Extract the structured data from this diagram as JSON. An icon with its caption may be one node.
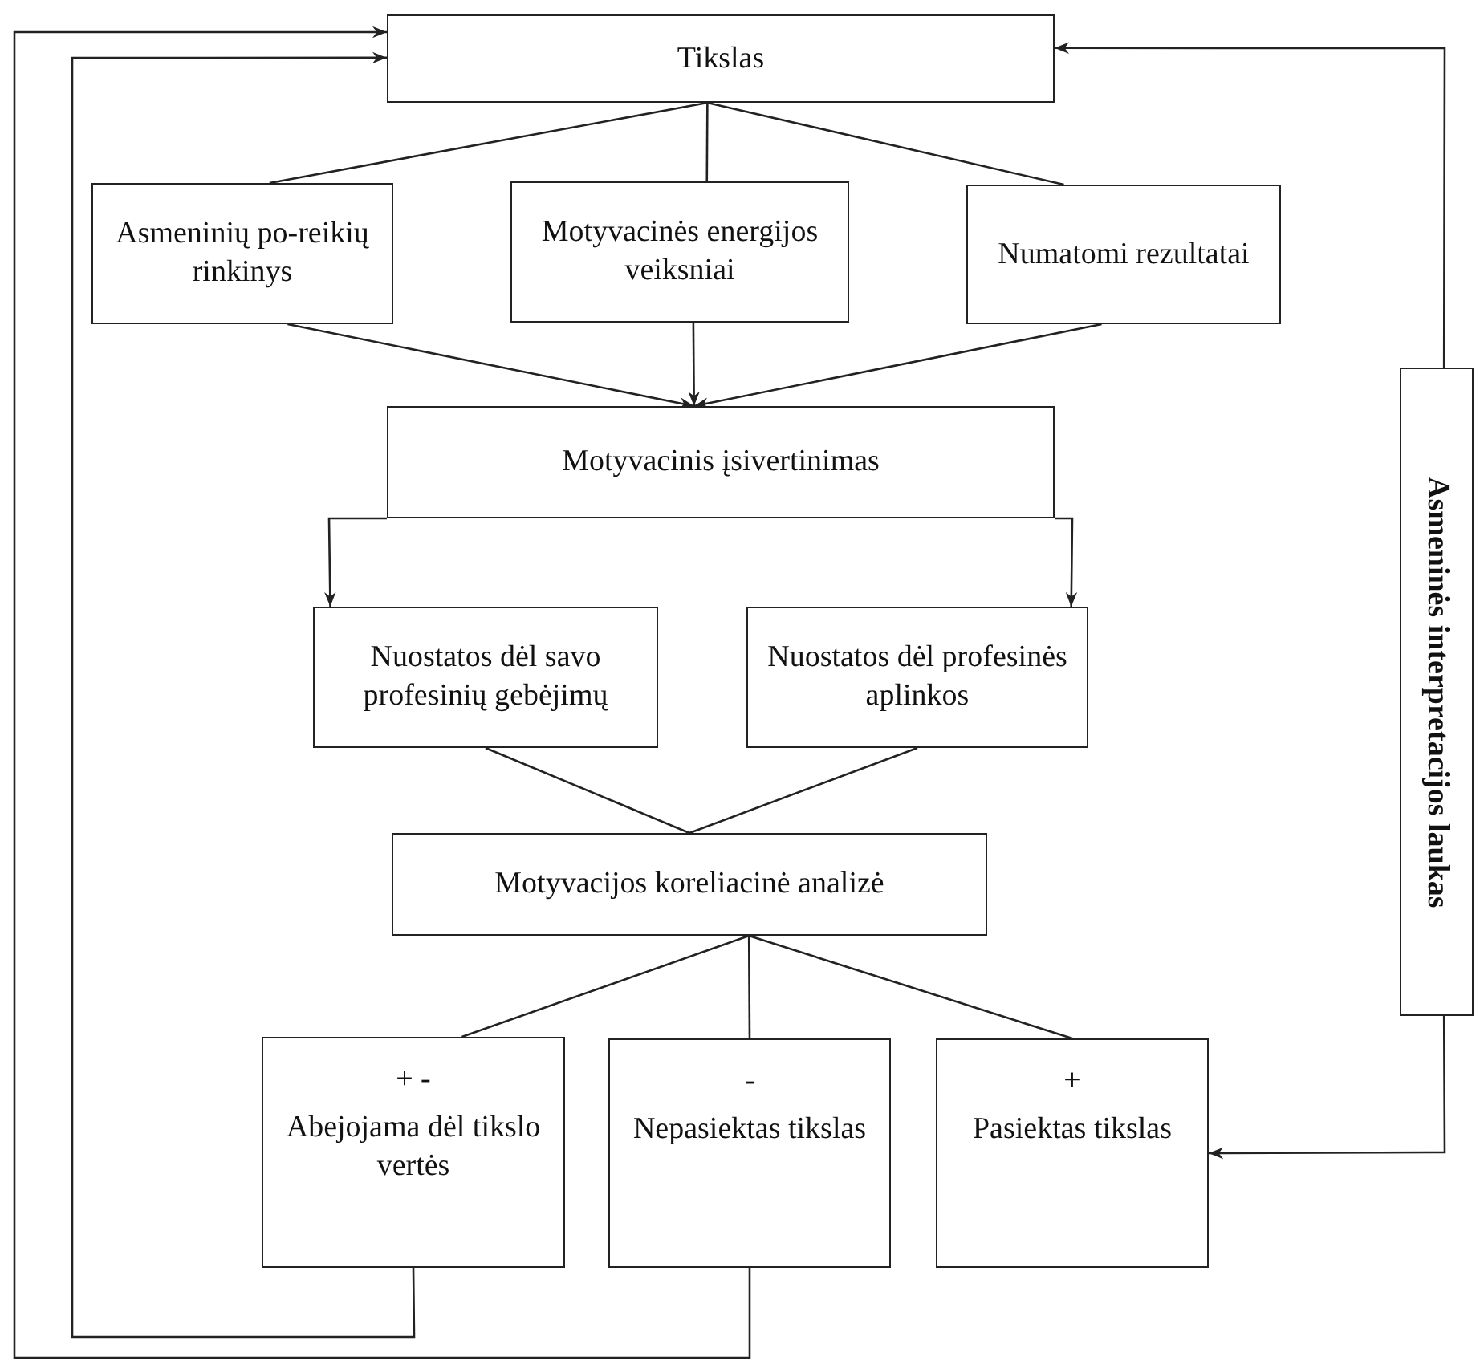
{
  "diagram": {
    "nodes": [
      {
        "text": [
          "Tikslas"
        ]
      },
      {
        "text": [
          "Asmeninių po-reikių rinkinys"
        ]
      },
      {
        "text": [
          "Motyvacinės energijos veiksniai"
        ]
      },
      {
        "text": [
          "Numatomi rezultatai"
        ]
      },
      {
        "text": [
          "Motyvacinis įsivertinimas"
        ]
      },
      {
        "text": [
          "Nuostatos dėl savo profesinių gebėjimų"
        ]
      },
      {
        "text": [
          "Nuostatos dėl profesinės aplinkos"
        ]
      },
      {
        "text": [
          "Motyvacijos koreliacinė analizė"
        ]
      },
      {
        "text": [
          "+ -",
          "Abejojama dėl tikslo vertės"
        ]
      },
      {
        "text": [
          "-",
          "Nepasiektas tikslas"
        ]
      },
      {
        "text": [
          "+",
          "Pasiektas tikslas"
        ]
      },
      {
        "text": [
          "Asmeninės interpretacijos laukas"
        ]
      }
    ],
    "edges": [
      {
        "from": 0,
        "to": 1,
        "arrow": "none"
      },
      {
        "from": 0,
        "to": 2,
        "arrow": "none"
      },
      {
        "from": 0,
        "to": 3,
        "arrow": "none"
      },
      {
        "from": 1,
        "to": 4,
        "arrow": "to"
      },
      {
        "from": 2,
        "to": 4,
        "arrow": "to"
      },
      {
        "from": 3,
        "to": 4,
        "arrow": "to"
      },
      {
        "from": 4,
        "to": 5,
        "arrow": "to"
      },
      {
        "from": 4,
        "to": 6,
        "arrow": "to"
      },
      {
        "from": 5,
        "to": 7,
        "arrow": "none"
      },
      {
        "from": 6,
        "to": 7,
        "arrow": "none"
      },
      {
        "from": 7,
        "to": 8,
        "arrow": "none"
      },
      {
        "from": 7,
        "to": 9,
        "arrow": "none"
      },
      {
        "from": 7,
        "to": 10,
        "arrow": "none"
      },
      {
        "from": 8,
        "to": 0,
        "arrow": "to"
      },
      {
        "from": 9,
        "to": 0,
        "arrow": "to"
      },
      {
        "from": 11,
        "to": 0,
        "arrow": "to"
      },
      {
        "from": 11,
        "to": 10,
        "arrow": "to"
      }
    ]
  }
}
